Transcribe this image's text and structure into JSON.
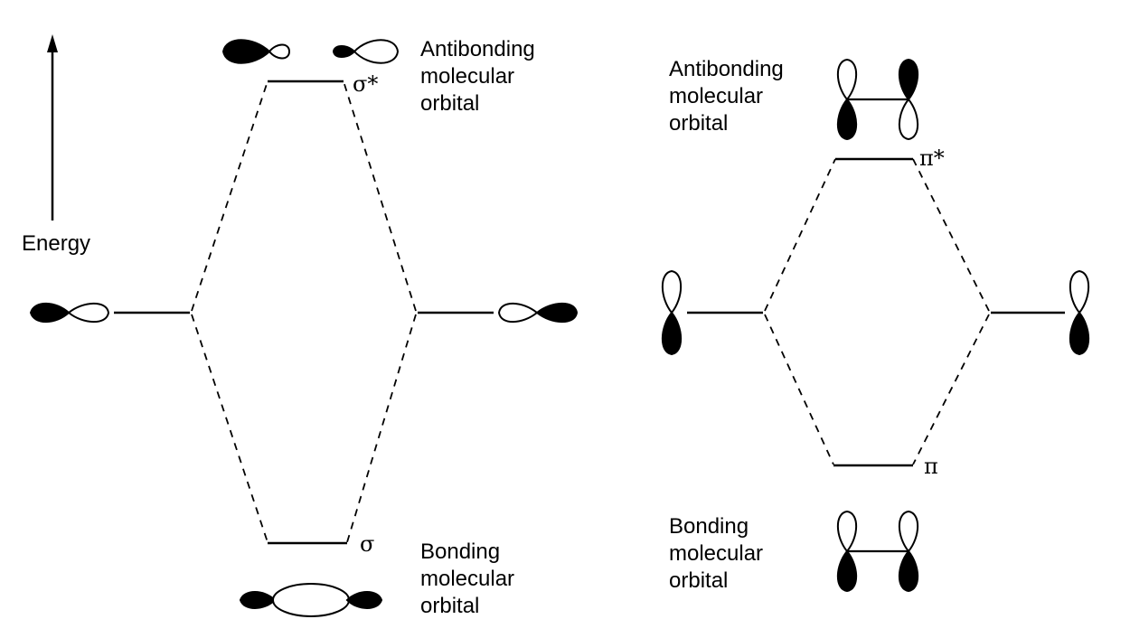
{
  "colors": {
    "ink": "#000000",
    "background": "#ffffff"
  },
  "energy_axis": {
    "label": "Energy"
  },
  "sigma_diagram": {
    "antibonding": {
      "symbol": "σ*",
      "label_lines": [
        "Antibonding",
        "molecular",
        "orbital"
      ]
    },
    "bonding": {
      "symbol": "σ",
      "label_lines": [
        "Bonding",
        "molecular",
        "orbital"
      ]
    }
  },
  "pi_diagram": {
    "antibonding": {
      "symbol": "π*",
      "label_lines": [
        "Antibonding",
        "molecular",
        "orbital"
      ]
    },
    "bonding": {
      "symbol": "π",
      "label_lines": [
        "Bonding",
        "molecular",
        "orbital"
      ]
    }
  }
}
